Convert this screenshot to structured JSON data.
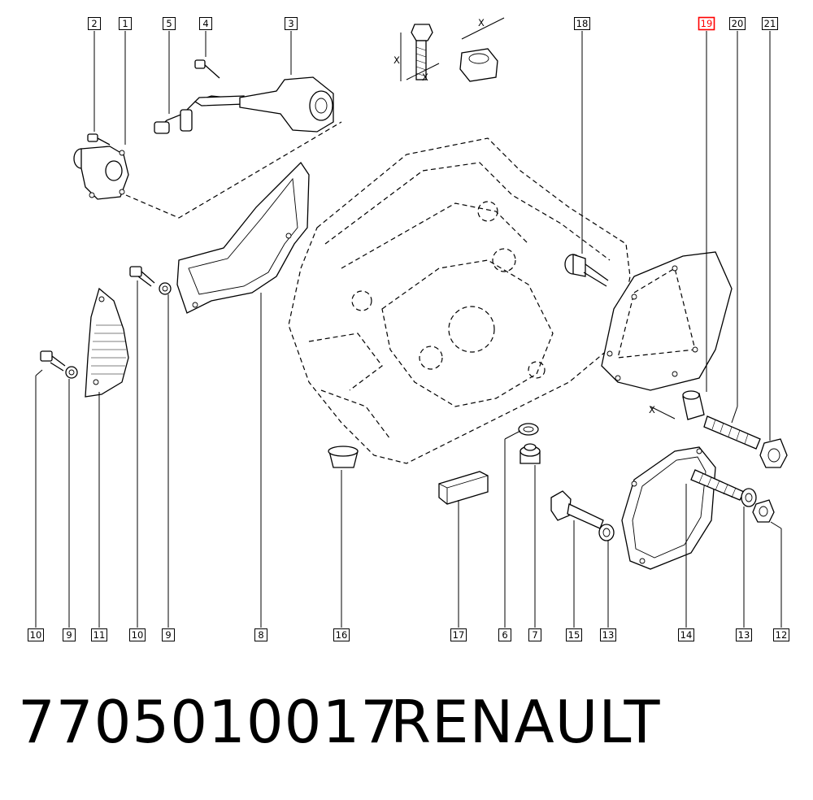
{
  "diagram": {
    "callouts": [
      {
        "id": "c-2",
        "label": "2"
      },
      {
        "id": "c-1",
        "label": "1"
      },
      {
        "id": "c-5",
        "label": "5"
      },
      {
        "id": "c-4",
        "label": "4"
      },
      {
        "id": "c-3",
        "label": "3"
      },
      {
        "id": "c-18",
        "label": "18"
      },
      {
        "id": "c-19",
        "label": "19"
      },
      {
        "id": "c-20",
        "label": "20"
      },
      {
        "id": "c-21",
        "label": "21"
      },
      {
        "id": "c-10a",
        "label": "10"
      },
      {
        "id": "c-9a",
        "label": "9"
      },
      {
        "id": "c-11",
        "label": "11"
      },
      {
        "id": "c-10b",
        "label": "10"
      },
      {
        "id": "c-9b",
        "label": "9"
      },
      {
        "id": "c-8",
        "label": "8"
      },
      {
        "id": "c-16",
        "label": "16"
      },
      {
        "id": "c-17",
        "label": "17"
      },
      {
        "id": "c-6",
        "label": "6"
      },
      {
        "id": "c-7",
        "label": "7"
      },
      {
        "id": "c-15",
        "label": "15"
      },
      {
        "id": "c-13a",
        "label": "13"
      },
      {
        "id": "c-14",
        "label": "14"
      },
      {
        "id": "c-13b",
        "label": "13"
      },
      {
        "id": "c-12",
        "label": "12"
      }
    ],
    "highlighted_label": "19",
    "dimension_labels": {
      "x1": "X",
      "x2": "X",
      "x3": "X",
      "x4": "X"
    },
    "colors": {
      "highlight": "#ff0000",
      "ink": "#000000",
      "background": "#ffffff"
    }
  },
  "footer": {
    "part_number": "7705010017",
    "brand": "RENAULT"
  }
}
